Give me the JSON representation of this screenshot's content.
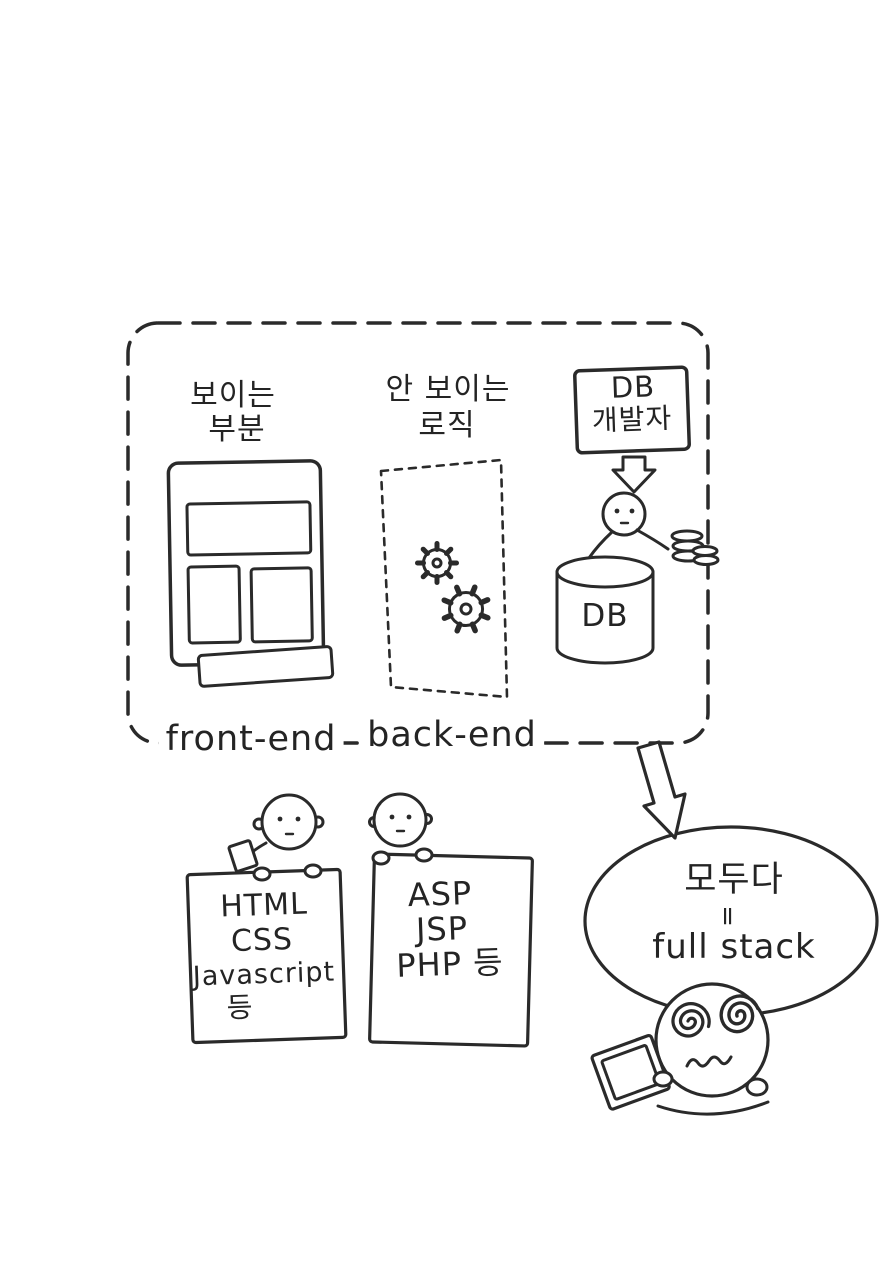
{
  "colors": {
    "ink": "#2a2a2a",
    "paper": "#ffffff"
  },
  "icons": {
    "gear": "gear-shape",
    "database": "cylinder-shape",
    "down_arrow": "block-arrow-down",
    "coins": "stacked-coins",
    "spiral_eyes": "dizzy-spiral",
    "tablet": "tablet-frame"
  },
  "frontend": {
    "caption": [
      "보이는",
      "부분"
    ],
    "label": "front-end",
    "sign": [
      "HTML",
      "CSS",
      "Javascript",
      "등"
    ]
  },
  "backend": {
    "caption": [
      "안 보이는",
      "로직"
    ],
    "label": "back-end",
    "sign": [
      "ASP",
      "JSP",
      "PHP 등"
    ]
  },
  "database": {
    "sign": [
      "DB",
      "개발자"
    ],
    "cylinder_label": "DB"
  },
  "fullstack": {
    "bubble": [
      "모두다",
      "=",
      "full stack"
    ]
  }
}
